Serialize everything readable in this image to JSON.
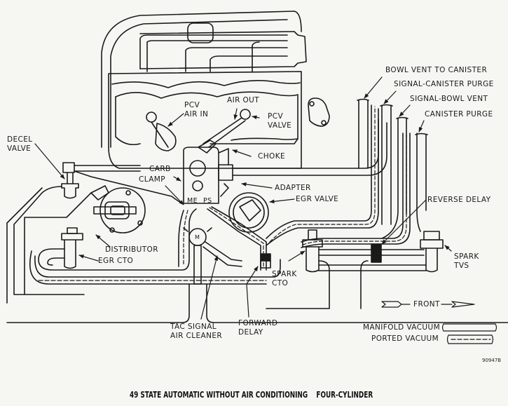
{
  "title": "49 STATE AUTOMATIC WITHOUT AIR CONDITIONING",
  "subtitle": "FOUR-CYLINDER",
  "figure_code": "90947B",
  "labels": {
    "bowl_vent_to_canister": "BOWL VENT TO CANISTER",
    "signal_canister_purge": "SIGNAL-CANISTER PURGE",
    "signal_bowl_vent": "SIGNAL-BOWL VENT",
    "canister_purge": "CANISTER PURGE",
    "decel_valve": "DECEL\nVALVE",
    "pcv_air_in": "PCV\nAIR IN",
    "air_out": "AIR OUT",
    "pcv_valve": "PCV\nVALVE",
    "choke": "CHOKE",
    "carb": "CARB",
    "clamp": "CLAMP",
    "adapter": "ADAPTER",
    "egr_valve": "EGR VALVE",
    "me": "ME",
    "ps": "PS",
    "m": "M",
    "reverse_delay": "REVERSE DELAY",
    "distributor": "DISTRIBUTOR",
    "egr_cto": "EGR CTO",
    "spark_cto": "SPARK\nCTO",
    "spark_tvs": "SPARK\nTVS",
    "tac_signal": "TAC SIGNAL\nAIR CLEANER",
    "forward_delay": "FORWARD\nDELAY"
  },
  "legend": {
    "front": "FRONT",
    "manifold_vacuum": "MANIFOLD VACUUM",
    "ported_vacuum": "PORTED VACUUM"
  }
}
